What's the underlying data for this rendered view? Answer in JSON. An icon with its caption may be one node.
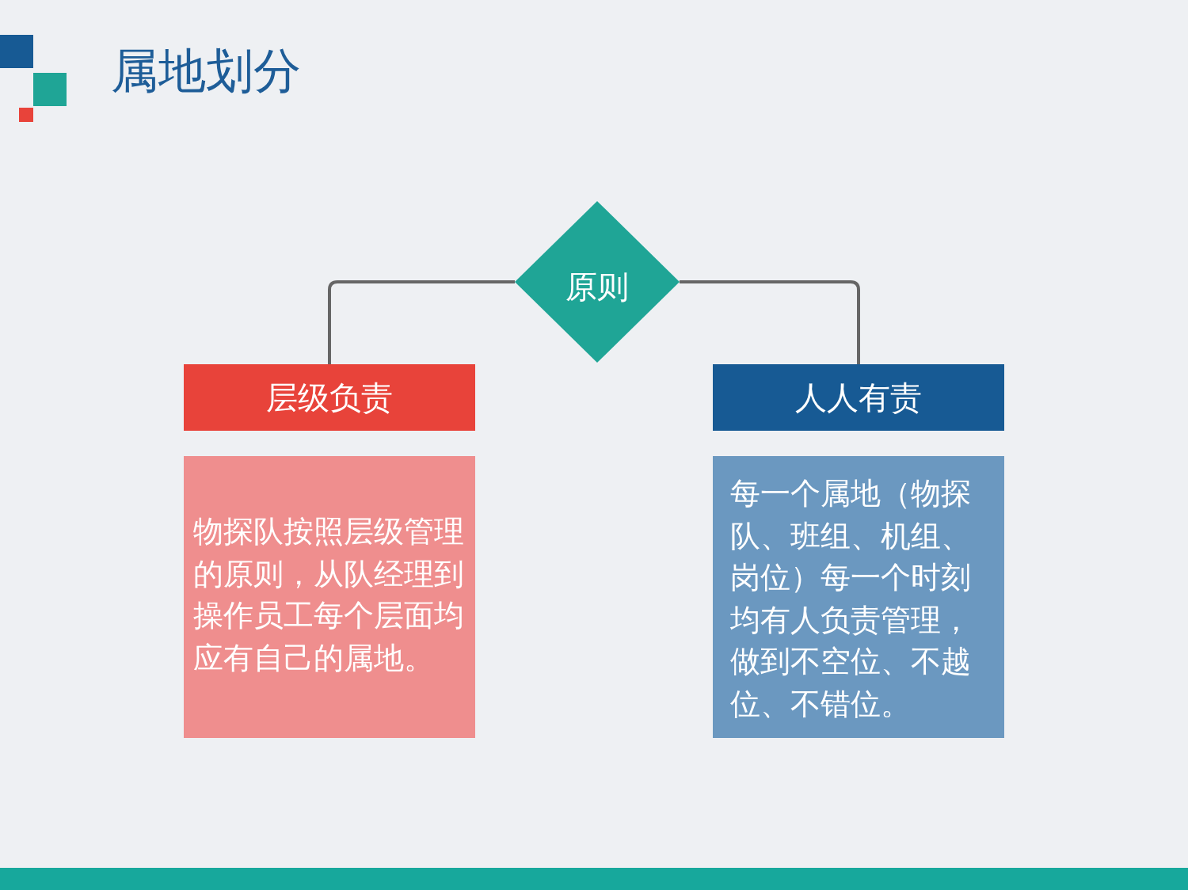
{
  "diagram": {
    "title": "属地划分",
    "nodes": [
      {
        "text": [
          "原则"
        ]
      },
      {
        "text": [
          "层级负责"
        ]
      },
      {
        "text": [
          "人人有责"
        ]
      },
      {
        "text": [
          "物探队按照层级管理的原则，从队经理到操作员工每个层面均应有自己的属地。"
        ]
      },
      {
        "text": [
          "每一个属地（物探队、班组、机组、岗位）每一个时刻均有人负责管理，做到不空位、不越位、不错位。"
        ]
      }
    ],
    "edges": [
      {
        "from": 0,
        "to": 1,
        "arrow": "none"
      },
      {
        "from": 0,
        "to": 2,
        "arrow": "none"
      }
    ]
  }
}
